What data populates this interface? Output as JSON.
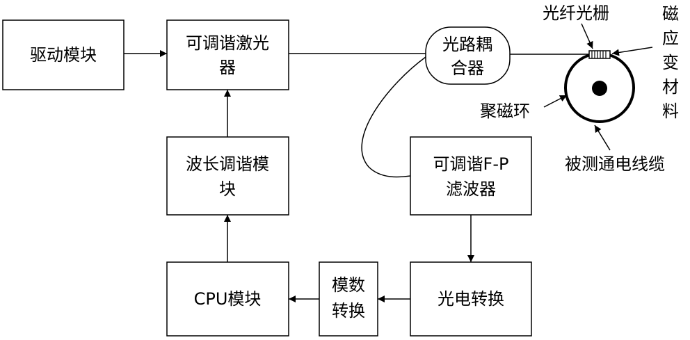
{
  "diagram": {
    "nodes": {
      "drive": "驱动模块",
      "laser_1": "可调谐激光",
      "laser_2": "器",
      "wavelength_1": "波长调谐模",
      "wavelength_2": "块",
      "cpu": "CPU模块",
      "adc_1": "模数",
      "adc_2": "转换",
      "photo": "光电转换",
      "fp_1": "可调谐F-P",
      "fp_2": "滤波器",
      "coupler_1": "光路耦",
      "coupler_2": "合器"
    },
    "labels": {
      "grating": "光纤光栅",
      "magnetostrictive": [
        "磁",
        "应",
        "变",
        "材",
        "料"
      ],
      "ring": "聚磁环",
      "cable": "被测通电线缆"
    }
  }
}
